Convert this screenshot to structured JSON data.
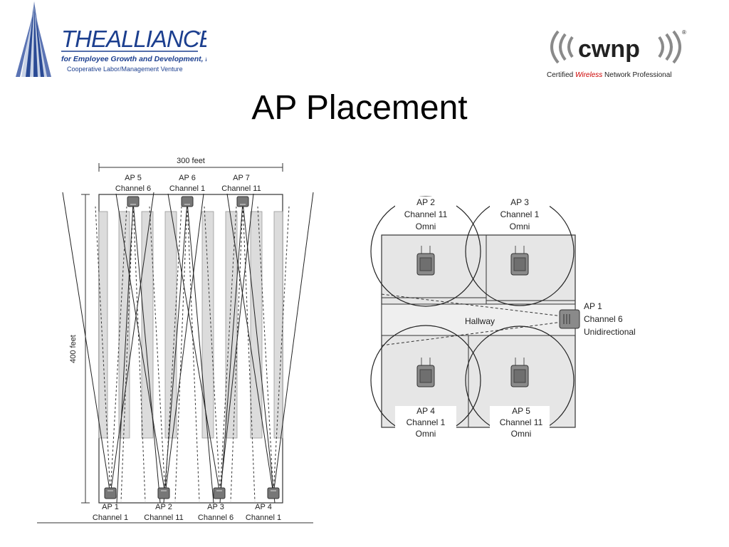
{
  "slide": {
    "title": "AP Placement"
  },
  "logos": {
    "alliance": {
      "name": "THEALLIANCE",
      "line1": "for Employee Growth and Development, Inc.",
      "line2": "Cooperative Labor/Management Venture",
      "tm": "™",
      "brand_color": "#1c3f8f"
    },
    "cwnp": {
      "name": "cwnp",
      "tagline_prefix": "Certified ",
      "tagline_accent": "Wireless",
      "tagline_suffix": " Network Professional",
      "registered": "®",
      "accent_color": "#cc0000"
    }
  },
  "left_diagram": {
    "width_label": "300 feet",
    "height_label": "400 feet",
    "top_aps": [
      {
        "name": "AP 5",
        "channel": "Channel 6"
      },
      {
        "name": "AP 6",
        "channel": "Channel 1"
      },
      {
        "name": "AP 7",
        "channel": "Channel 11"
      }
    ],
    "bottom_aps": [
      {
        "name": "AP 1",
        "channel": "Channel 1"
      },
      {
        "name": "AP 2",
        "channel": "Channel 11"
      },
      {
        "name": "AP 3",
        "channel": "Channel 6"
      },
      {
        "name": "AP 4",
        "channel": "Channel 1"
      }
    ]
  },
  "right_diagram": {
    "hallway_label": "Hallway",
    "aps": [
      {
        "name": "AP 2",
        "channel": "Channel 11",
        "type": "Omni"
      },
      {
        "name": "AP 3",
        "channel": "Channel 1",
        "type": "Omni"
      },
      {
        "name": "AP 4",
        "channel": "Channel 1",
        "type": "Omni"
      },
      {
        "name": "AP 5",
        "channel": "Channel 11",
        "type": "Omni"
      }
    ],
    "directional_ap": {
      "name": "AP 1",
      "channel": "Channel 6",
      "type": "Unidirectional"
    }
  }
}
